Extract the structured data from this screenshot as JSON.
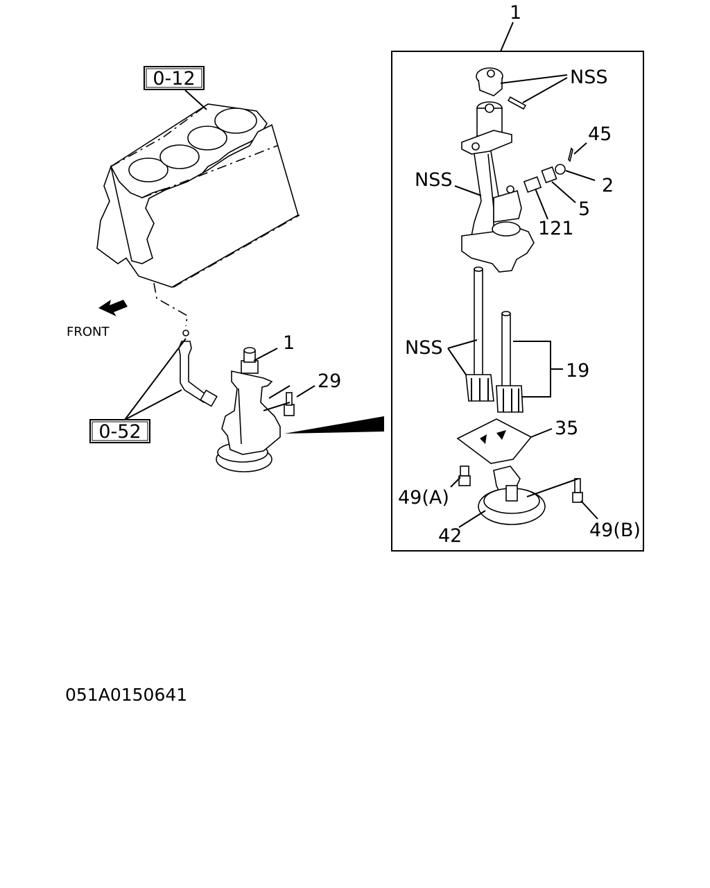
{
  "diagram": {
    "refs": {
      "block": "0-12",
      "pipe": "0-52"
    },
    "front_label": "FRONT",
    "drawing_code": "051A0150641",
    "callouts": {
      "main_assembly_top": "1",
      "main_assembly_left": "1",
      "bolt_29": "29",
      "nss_gear": "NSS",
      "nss_body": "NSS",
      "nss_shafts": "NSS",
      "pin_45": "45",
      "ring_2": "2",
      "spring_5": "5",
      "valve_121": "121",
      "gear_19": "19",
      "cover_35": "35",
      "bolt_49a": "49(A)",
      "screen_42": "42",
      "bolt_49b": "49(B)"
    }
  }
}
